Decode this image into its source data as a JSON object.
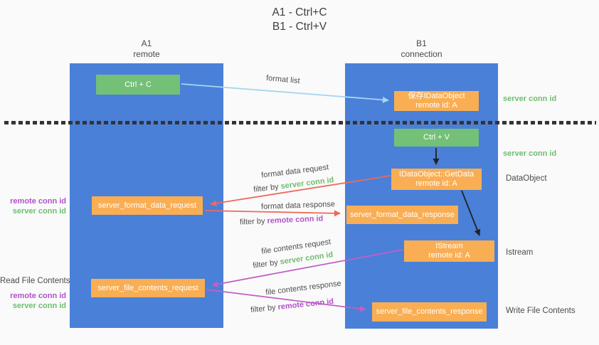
{
  "title": {
    "line1": "A1 - Ctrl+C",
    "line2": "B1 - Ctrl+V"
  },
  "lanes": {
    "a1": {
      "name": "A1",
      "subtitle": "remote"
    },
    "b1": {
      "name": "B1",
      "subtitle": "connection"
    }
  },
  "nodes": {
    "ctrl_c": "Ctrl + C",
    "ctrl_v": "Ctrl + V",
    "save_dataobject": {
      "line1": "保存IDataObject",
      "line2": "remote id: A"
    },
    "getdata": {
      "line1": "IDataObject::GetData",
      "line2": "remote id: A"
    },
    "istream": {
      "line1": "IStream",
      "line2": "remote id: A"
    },
    "format_request": "server_format_data_request",
    "format_response": "server_format_data_response",
    "file_request": "server_file_contents_request",
    "file_response": "server_file_contents_response"
  },
  "labels": {
    "format_list": "format list",
    "format_data_request": "format data request",
    "format_data_response": "format data response",
    "file_contents_request": "file contents request",
    "file_contents_response": "file contents response",
    "filter_by": "filter by",
    "server_conn_id": "server conn id",
    "remote_conn_id": "remote conn id",
    "read_file_contents": "Read File Contents",
    "write_file_contents": "Write File Contents",
    "dataobject": "DataObject",
    "istream": "Istream"
  },
  "colors": {
    "background": "#fafafa",
    "column_blue": "#4a80d8",
    "box_green": "#74c077",
    "box_orange": "#f9ae54",
    "arrow_light_blue": "#a9d4f1",
    "arrow_red": "#ed6a5e",
    "arrow_purple": "#c060c4",
    "text_green": "#6dbe70",
    "text_purple": "#b151c9",
    "text_dark": "#4b4b4b",
    "separator": "#333333",
    "box_text": "#ffffff"
  }
}
